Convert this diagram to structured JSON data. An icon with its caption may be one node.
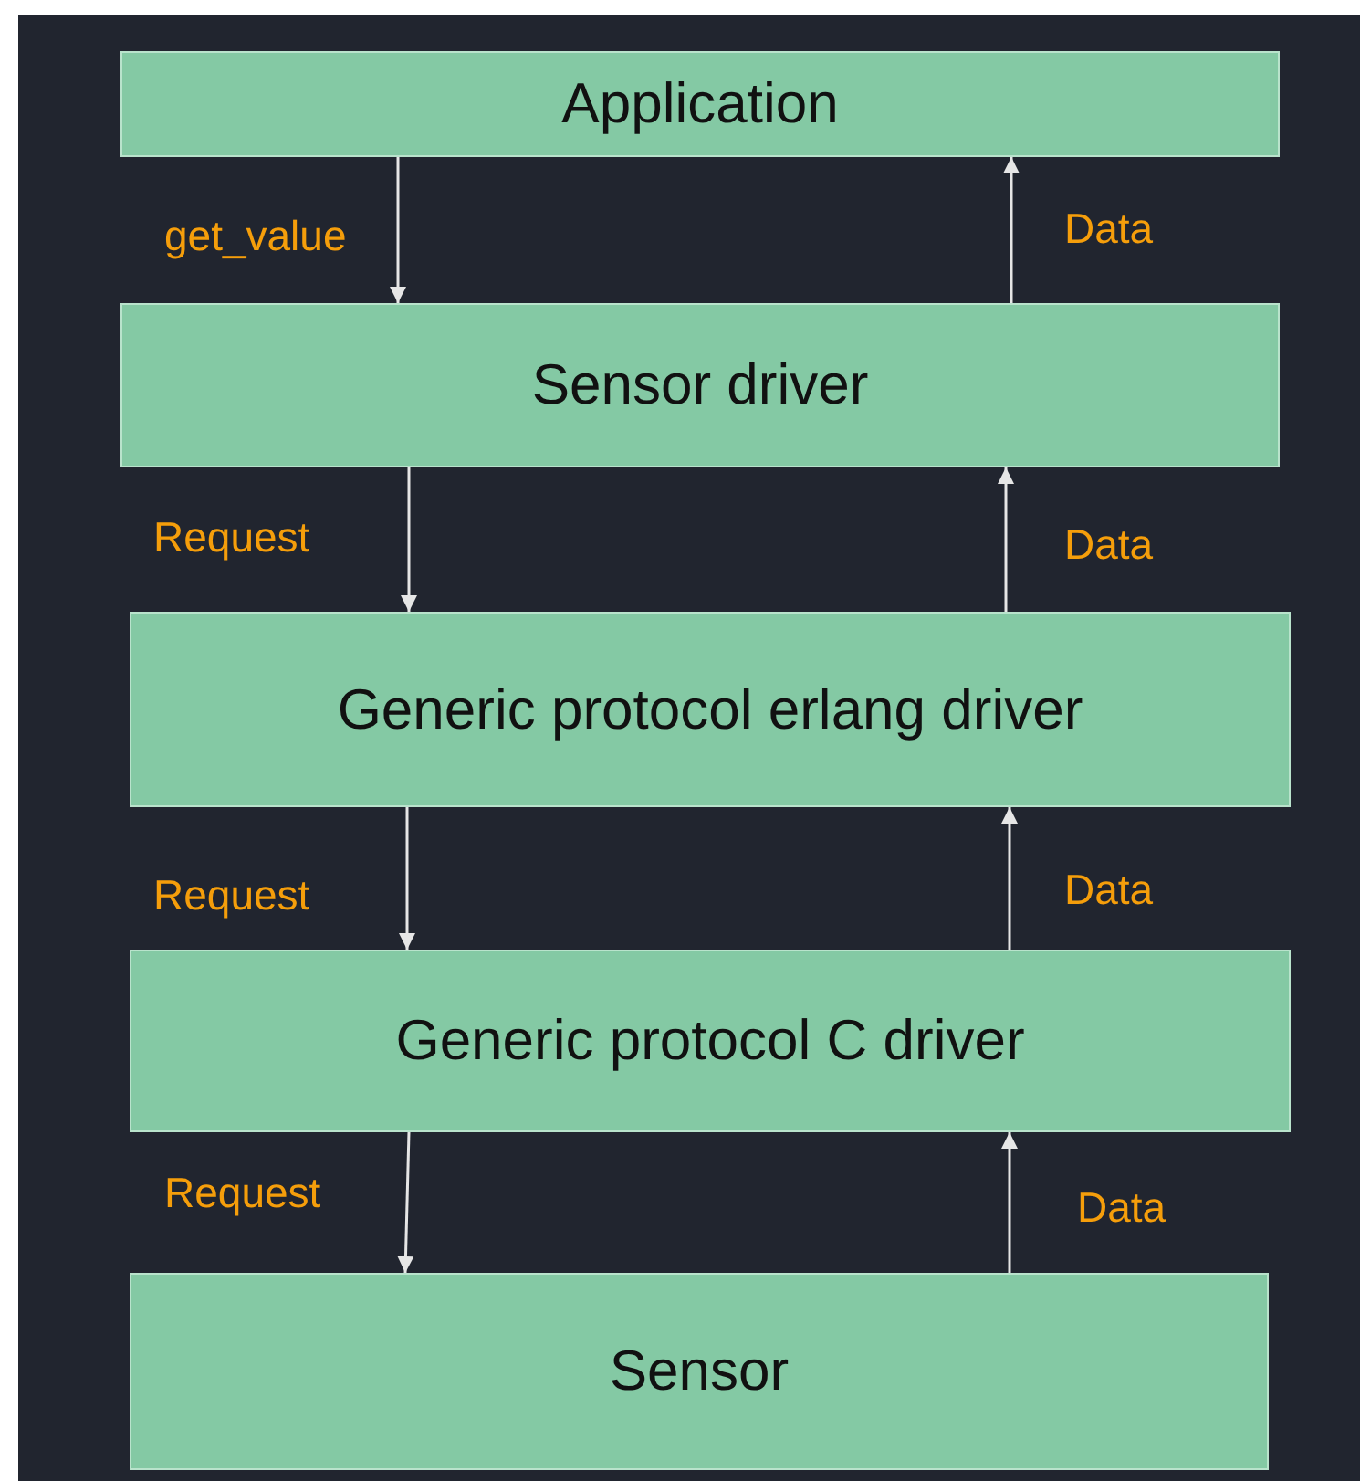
{
  "diagram": {
    "nodes": [
      {
        "text": [
          "Application"
        ]
      },
      {
        "text": [
          "Sensor driver"
        ]
      },
      {
        "text": [
          "Generic protocol erlang driver"
        ]
      },
      {
        "text": [
          "Generic protocol C driver"
        ]
      },
      {
        "text": [
          "Sensor"
        ]
      }
    ],
    "edges": [
      {
        "from": 0,
        "to": 1,
        "arrow": "to",
        "label": "get_value"
      },
      {
        "from": 1,
        "to": 0,
        "arrow": "to",
        "label": "Data"
      },
      {
        "from": 1,
        "to": 2,
        "arrow": "to",
        "label": "Request"
      },
      {
        "from": 2,
        "to": 1,
        "arrow": "to",
        "label": "Data"
      },
      {
        "from": 2,
        "to": 3,
        "arrow": "to",
        "label": "Request"
      },
      {
        "from": 3,
        "to": 2,
        "arrow": "to",
        "label": "Data"
      },
      {
        "from": 3,
        "to": 4,
        "arrow": "to",
        "label": "Request"
      },
      {
        "from": 4,
        "to": 3,
        "arrow": "to",
        "label": "Data"
      }
    ]
  }
}
